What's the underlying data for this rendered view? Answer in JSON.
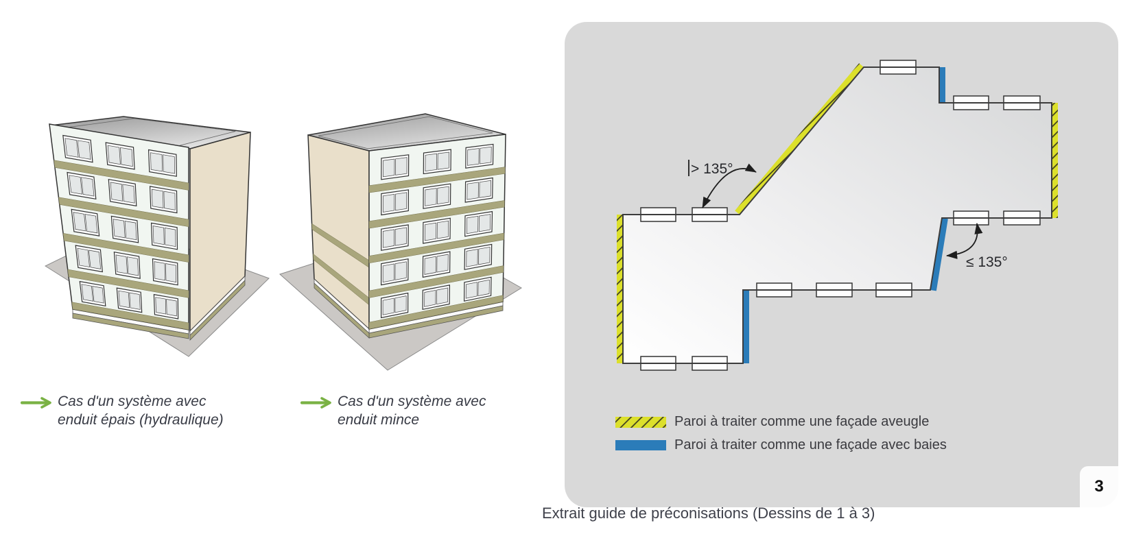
{
  "figures": {
    "thick": {
      "caption": [
        "Cas d'un système avec",
        "enduit épais (hydraulique)"
      ]
    },
    "thin": {
      "caption": [
        "Cas d'un système avec",
        "enduit mince"
      ]
    }
  },
  "plan": {
    "angles": {
      "greater": "> 135°",
      "less_equal": "≤ 135°"
    },
    "legend": [
      {
        "swatch": "yellow-hatched",
        "color": "#dce02b",
        "label": "Paroi à traiter comme une façade aveugle"
      },
      {
        "swatch": "blue-solid",
        "color": "#2b7cb9",
        "label": "Paroi à traiter comme une façade avec baies"
      }
    ],
    "page_number": "3"
  },
  "footer_caption": "Extrait guide de préconisations (Dessins de 1 à 3)",
  "colors": {
    "panel": "#d9d9d9",
    "accent_yellow": "#dce02b",
    "accent_blue": "#2b7cb9",
    "arrow_green": "#7ab244"
  }
}
